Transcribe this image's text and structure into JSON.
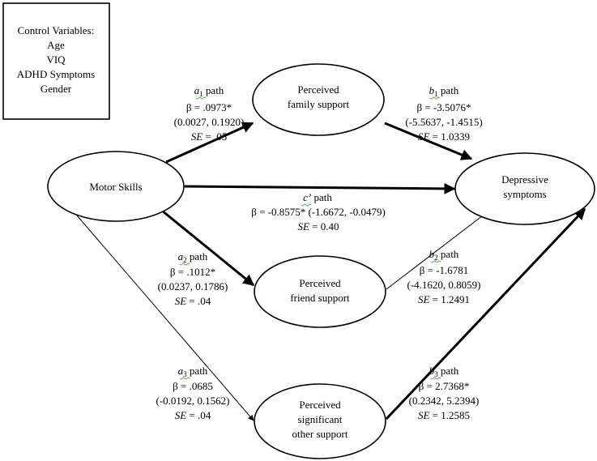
{
  "control_box": {
    "title": "Control Variables:",
    "items": [
      "Age",
      "VIQ",
      "ADHD Symptoms",
      "Gender"
    ]
  },
  "nodes": {
    "motor": [
      "Motor Skills"
    ],
    "family": [
      "Perceived",
      "family support"
    ],
    "depressive": [
      "Depressive",
      "symptoms"
    ],
    "friend": [
      "Perceived",
      "friend support"
    ],
    "other": [
      "Perceived",
      "significant",
      "other support"
    ]
  },
  "paths": {
    "a1": {
      "letter": "a",
      "sub": "1",
      "word": " path",
      "beta": "β = .0973*",
      "ci": "(0.0027, 0.1920)",
      "se_label": "SE",
      "se_value": " = .05"
    },
    "b1": {
      "letter": "b",
      "sub": "1",
      "word": " path",
      "beta": "β = -3.5076*",
      "ci": "(-5.5637, -1.4515)",
      "se_label": "SE",
      "se_value": " = 1.0339"
    },
    "c": {
      "letter": "c",
      "sub": "’",
      "word": " path",
      "beta_ci": "β = -0.8575*  (-1.6672, -0.0479)",
      "se_label": "SE",
      "se_value": " = 0.40"
    },
    "a2": {
      "letter": "a",
      "sub": "2",
      "word": " path",
      "beta": "β = .1012*",
      "ci": "(0.0237, 0.1786)",
      "se_label": "SE",
      "se_value": " = .04"
    },
    "b2": {
      "letter": "b",
      "sub": "2",
      "word": " path",
      "beta": "β = -1.6781",
      "ci": "(-4.1620, 0.8059)",
      "se_label": "SE",
      "se_value": " = 1.2491"
    },
    "a3": {
      "letter": "a",
      "sub": "3",
      "word": " path",
      "beta": "β = .0685",
      "ci": "(-0.0192, 0.1562)",
      "se_label": "SE",
      "se_value": " = .04"
    },
    "b3": {
      "letter": "b",
      "sub": "3",
      "word": " path",
      "beta": "β = 2.7368*",
      "ci": "(0.2342, 5.2394)",
      "se_label": "SE",
      "se_value": " = 1.2585"
    }
  },
  "colors": {
    "stroke": "#000000",
    "background": "#ffffff",
    "spellcheck": "#5a9e3a"
  }
}
